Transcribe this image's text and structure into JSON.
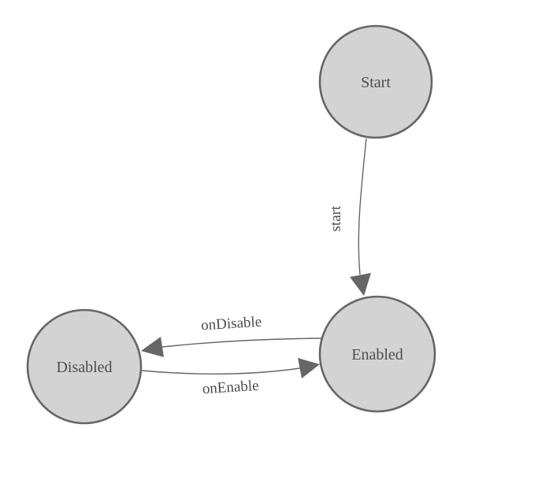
{
  "diagram": {
    "type": "state-machine",
    "nodes": {
      "start": {
        "id": "Start",
        "label": "Start"
      },
      "enabled": {
        "id": "Enabled",
        "label": "Enabled"
      },
      "disabled": {
        "id": "Disabled",
        "label": "Disabled"
      }
    },
    "edges": {
      "start_to_enabled": {
        "from": "Start",
        "to": "Enabled",
        "label": "start"
      },
      "enabled_to_disabled": {
        "from": "Enabled",
        "to": "Disabled",
        "label": "onDisable"
      },
      "disabled_to_enabled": {
        "from": "Disabled",
        "to": "Enabled",
        "label": "onEnable"
      }
    },
    "colors": {
      "node_fill": "#d3d3d3",
      "node_stroke": "#666666",
      "edge_stroke": "#666666",
      "arrowhead_fill": "#666666",
      "label_text": "#4d4d4d",
      "background": "#ffffff"
    }
  }
}
